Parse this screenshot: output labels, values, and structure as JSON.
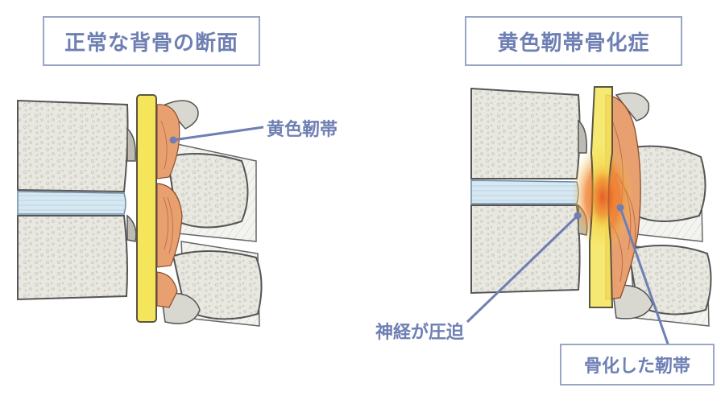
{
  "titles": {
    "left": "正常な背骨の断面",
    "right": "黄色靭帯骨化症"
  },
  "labels": {
    "ligament": "黄色靭帯",
    "nerve_compressed": "神経が圧迫",
    "ossified_ligament": "骨化した靭帯"
  },
  "colors": {
    "label_blue": "#6e7fb3",
    "bone": "#e7e6df",
    "disc": "#cfe3ef",
    "spinal_cord": "#f4e55a",
    "ligament": "#e8a070",
    "inflammation": "#e8452a"
  }
}
